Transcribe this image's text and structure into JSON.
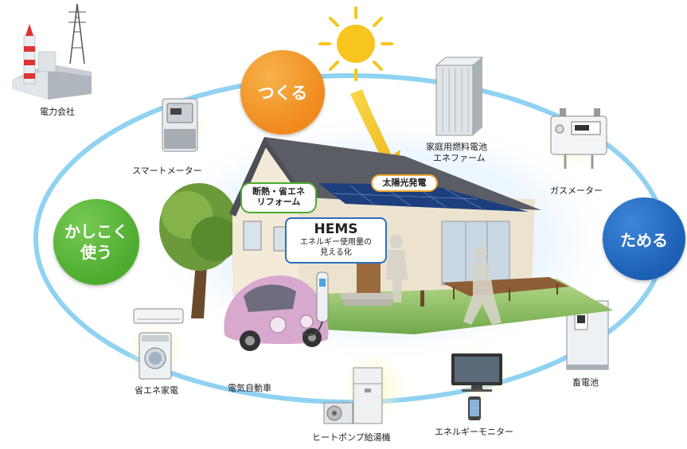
{
  "cycle_circles": {
    "make": "つくる",
    "store": "ためる",
    "smart_use_line1": "かしこく",
    "smart_use_line2": "使う"
  },
  "house_tags": {
    "solar": "太陽光発電",
    "insulation_line1": "断熱・省エネ",
    "insulation_line2": "リフォーム",
    "hems_title": "HEMS",
    "hems_line1": "エネルギー使用量の",
    "hems_line2": "見える化"
  },
  "device_labels": {
    "power_company": "電力会社",
    "smart_meter": "スマートメーター",
    "fuel_cell_line1": "家庭用燃料電池",
    "fuel_cell_line2": "エネファーム",
    "gas_meter": "ガスメーター",
    "storage_battery": "畜電池",
    "energy_monitor": "エネルギーモニター",
    "heat_pump": "ヒートポンプ給湯機",
    "electric_car": "電気自動車",
    "eco_appliances": "省エネ家電"
  },
  "colors": {
    "make_orange": "#f08a1e",
    "store_blue": "#1c5fb4",
    "use_green": "#4cac2e",
    "ring_blue": "#8fd2f2",
    "solar_arrow": "#f2c418"
  }
}
